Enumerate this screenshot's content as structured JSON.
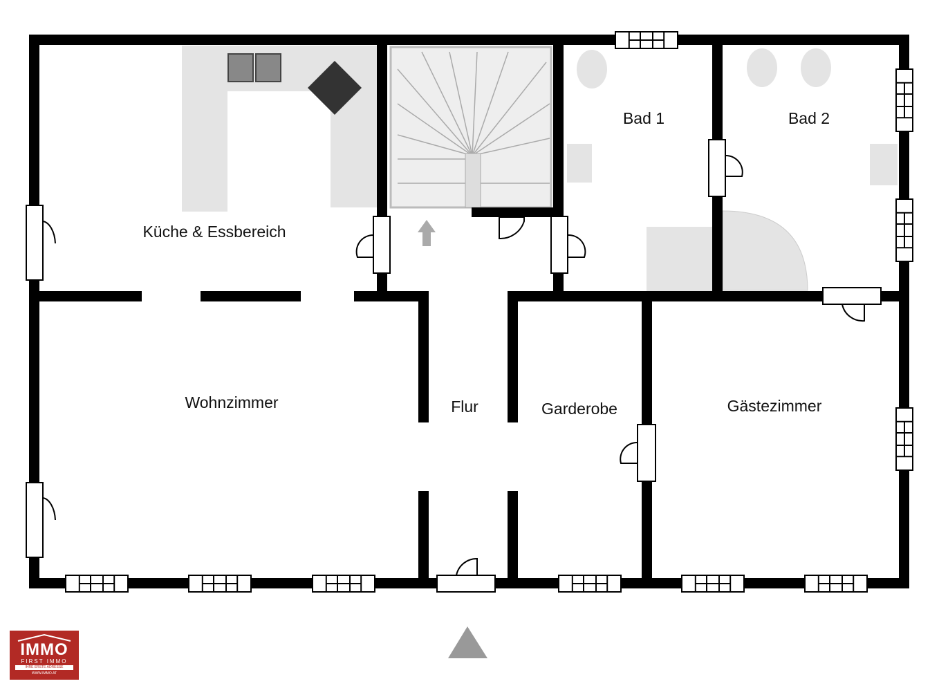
{
  "rooms": {
    "kitchen": "Küche & Essbereich",
    "living": "Wohnzimmer",
    "hall": "Flur",
    "wardrobe": "Garderobe",
    "guest": "Gästezimmer",
    "bath1": "Bad 1",
    "bath2": "Bad 2"
  },
  "logo": {
    "name": "IMMO",
    "brand": "FIRST IMMO",
    "tagline": "IHRE ERSTE ADRESSE",
    "url": "WWW.IMMO.AT",
    "color": "#b22a25"
  },
  "north_arrow": {
    "icon": "triangle-up-icon",
    "color": "#999999"
  }
}
